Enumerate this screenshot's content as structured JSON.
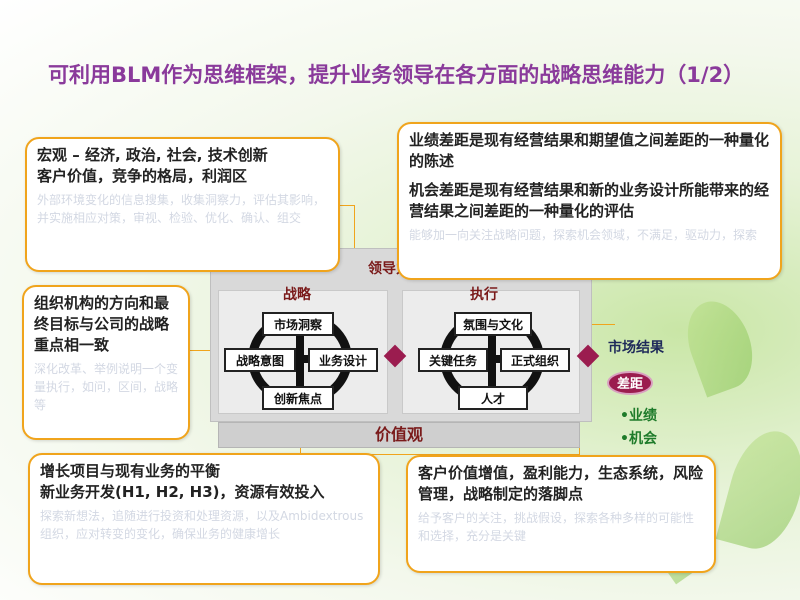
{
  "title": "可利用BLM作为思维框架，提升业务领导在各方面的战略思维能力（1/2）",
  "callouts": {
    "macro": {
      "line1": "宏观 – 经济, 政治, 社会, 技术创新",
      "line2": "客户价值，竞争的格局，利润区",
      "faded": "外部环境变化的信息搜集，收集洞察力，评估其影响，并实施相应对策，审视、检验、优化、确认、组交"
    },
    "gap": {
      "line1": "业绩差距是现有经营结果和期望值之间差距的一种量化的陈述",
      "line2": "机会差距是现有经营结果和新的业务设计所能带来的经营结果之间差距的一种量化的评估",
      "faded": "能够加一向关注战略问题，探索机会领域，不满足，驱动力，探索"
    },
    "org": {
      "line1": "组织机构的方向和最终目标与公司的战略重点相一致",
      "faded": "深化改革、举例说明一个变量执行，如问，区间，战略等"
    },
    "growth": {
      "line1": "增长项目与现有业务的平衡",
      "line2": "新业务开发(H1, H2, H3)，资源有效投入",
      "faded": "探索新想法，追随进行投资和处理资源，以及Ambidextrous组织，应对转变的变化，确保业务的健康增长"
    },
    "customer": {
      "line1": "客户价值增值，盈利能力，生态系统，风险管理，战略制定的落脚点",
      "faded": "给予客户的关注，挑战假设，探索各种多样的可能性和选择，充分是关键"
    }
  },
  "diagram": {
    "leadership": "领导力",
    "strategy_label": "战略",
    "execution_label": "执行",
    "strategy_nodes": {
      "top": "市场洞察",
      "left": "战略意图",
      "right": "业务设计",
      "bottom": "创新焦点"
    },
    "execution_nodes": {
      "top": "氛围与文化",
      "left": "关键任务",
      "right": "正式组织",
      "bottom": "人才"
    },
    "values": "价值观",
    "market": {
      "title": "市场结果",
      "gap": "差距",
      "items": [
        "•业绩",
        "•机会"
      ]
    }
  },
  "colors": {
    "title": "#8a3a9b",
    "callout_border": "#f0a41c",
    "accent": "#9b1c4f",
    "label": "#7a1a1a",
    "bullet": "#1e7b2a"
  }
}
